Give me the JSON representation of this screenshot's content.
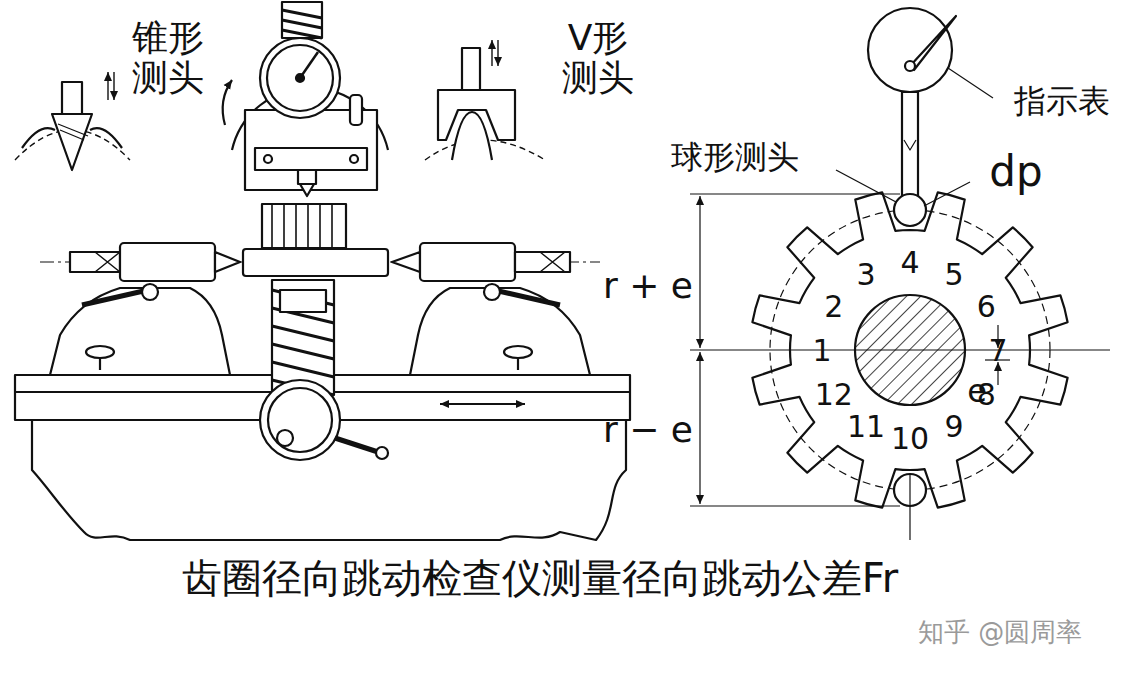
{
  "diagram": {
    "caption": "齿圈径向跳动检查仪测量径向跳动公差Fr",
    "labels": [
      "锥形 测头",
      "V形 测头",
      "指示表",
      "球形测头",
      "dp",
      "r + e",
      "r − e",
      "e",
      "1",
      "2",
      "3",
      "4",
      "5",
      "6",
      "7",
      "8",
      "9",
      "10",
      "11",
      "12",
      "知乎 @圆周率"
    ]
  }
}
